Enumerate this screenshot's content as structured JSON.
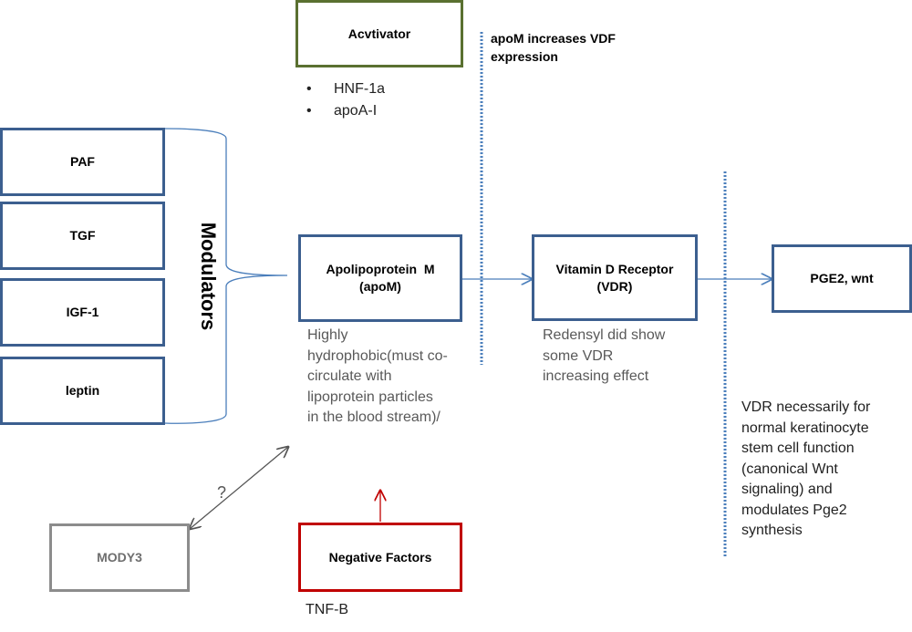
{
  "activator": {
    "label": "Acvtivator",
    "items": [
      "HNF-1a",
      "apoA-I"
    ]
  },
  "modulators": {
    "label": "Modulators",
    "items": [
      "PAF",
      "TGF",
      "IGF-1",
      "leptin"
    ]
  },
  "apom": {
    "label_line1": "Apolipoprotein  M",
    "label_line2": "(apoM)",
    "note": [
      "Highly",
      "hydrophobic(must co-",
      "circulate with",
      "lipoprotein particles",
      "in the blood stream)/"
    ]
  },
  "vdr": {
    "label_line1": "Vitamin D Receptor",
    "label_line2": "(VDR)",
    "note": [
      "Redensyl did show",
      "some VDR",
      "increasing effect"
    ]
  },
  "pge2": {
    "label": "PGE2, wnt"
  },
  "divider_note": {
    "lines": [
      "apoM increases VDF",
      "expression"
    ]
  },
  "vdr_function_note": {
    "lines": [
      "VDR necessarily for",
      "normal keratinocyte",
      "stem cell function",
      "(canonical Wnt",
      "signaling) and",
      "modulates Pge2",
      "synthesis"
    ]
  },
  "mody3": {
    "label": "MODY3",
    "relation": "?"
  },
  "negative": {
    "label": "Negative Factors",
    "items": [
      "TNF-B"
    ]
  },
  "colors": {
    "primary_blue": "#3c5f8f",
    "connector_blue": "#4a7ebb",
    "activator_green": "#5a7030",
    "negative_red": "#c00000",
    "unknown_gray": "#8c8c8c"
  }
}
